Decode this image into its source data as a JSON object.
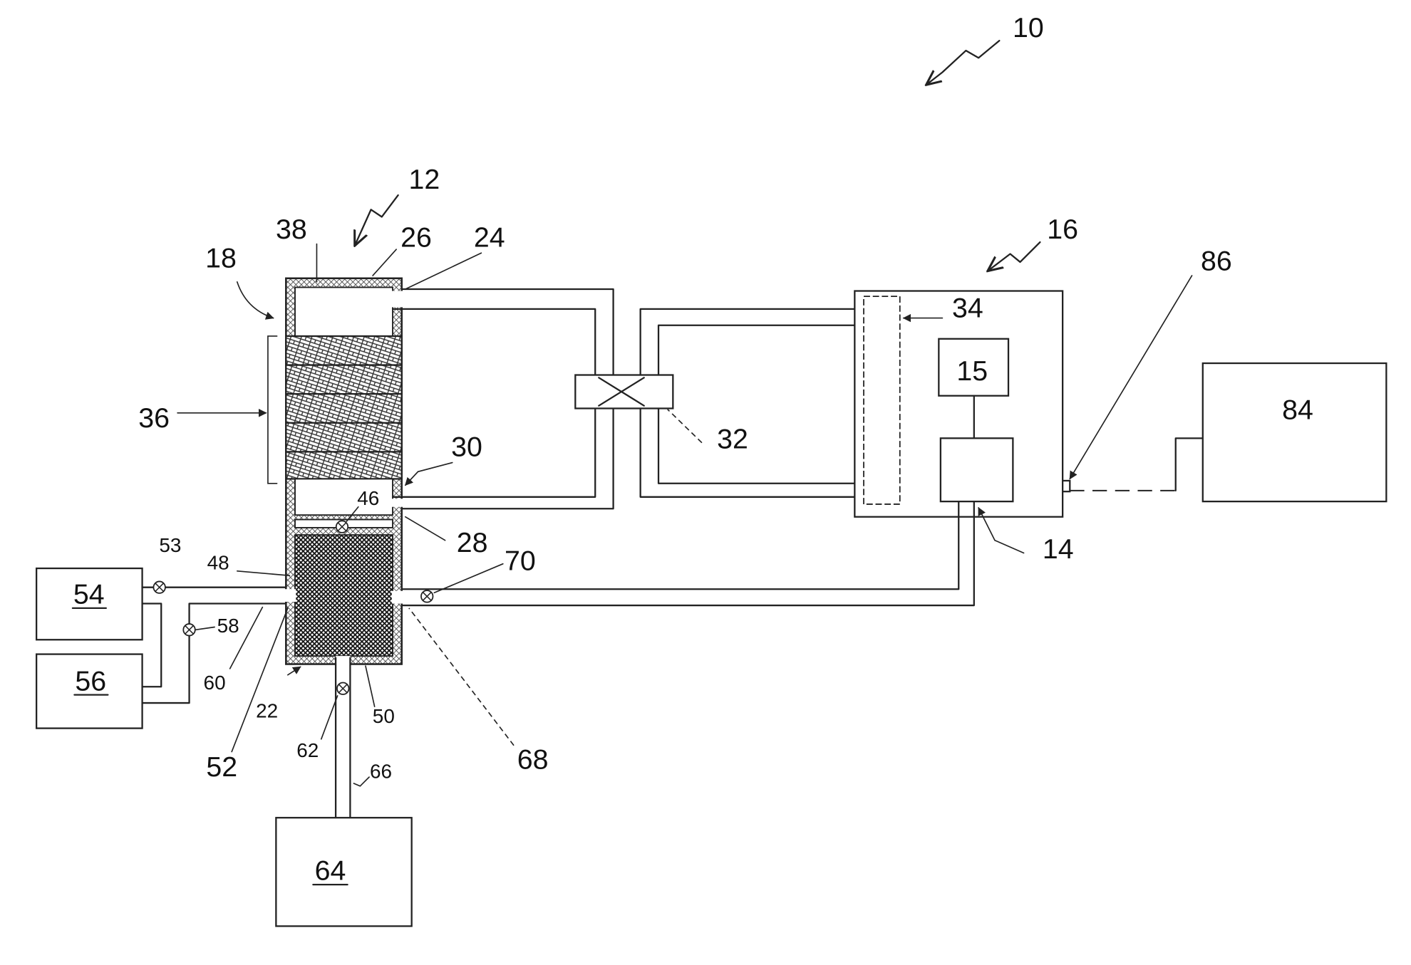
{
  "labels": {
    "n10": "10",
    "n12": "12",
    "n14": "14",
    "n15": "15",
    "n16": "16",
    "n18": "18",
    "n22": "22",
    "n24": "24",
    "n26": "26",
    "n28": "28",
    "n30": "30",
    "n32": "32",
    "n34": "34",
    "n36": "36",
    "n38": "38",
    "n46": "46",
    "n48": "48",
    "n50": "50",
    "n52": "52",
    "n53": "53",
    "n54": "54",
    "n56": "56",
    "n58": "58",
    "n60": "60",
    "n62": "62",
    "n64": "64",
    "n66": "66",
    "n68": "68",
    "n70": "70",
    "n84": "84",
    "n86": "86"
  },
  "colors": {
    "line": "#222222",
    "background": "#ffffff"
  }
}
